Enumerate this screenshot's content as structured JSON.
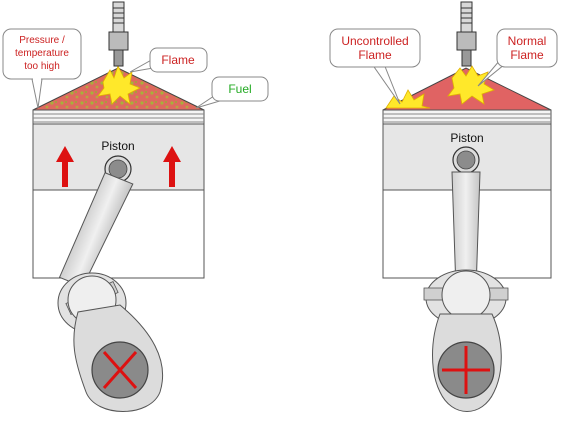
{
  "left_engine": {
    "piston_label": "Piston",
    "callouts": {
      "pressure": "Pressure /",
      "pressure_line2": "temperature",
      "pressure_line3": "too high",
      "flame": "Flame",
      "fuel": "Fuel"
    }
  },
  "right_engine": {
    "piston_label": "Piston",
    "callouts": {
      "uncontrolled_line1": "Uncontrolled",
      "uncontrolled_line2": "Flame",
      "normal_line1": "Normal",
      "normal_line2": "Flame"
    }
  },
  "colors": {
    "pressure_text": "#cc2222",
    "flame_text": "#cc2222",
    "fuel_text": "#22aa22",
    "callout_text_right": "#cc2222",
    "chamber_red": "#e06060",
    "flame_yellow": "#ffee22",
    "piston_gray": "#e6e6e6",
    "arrow_red": "#dd1111"
  }
}
